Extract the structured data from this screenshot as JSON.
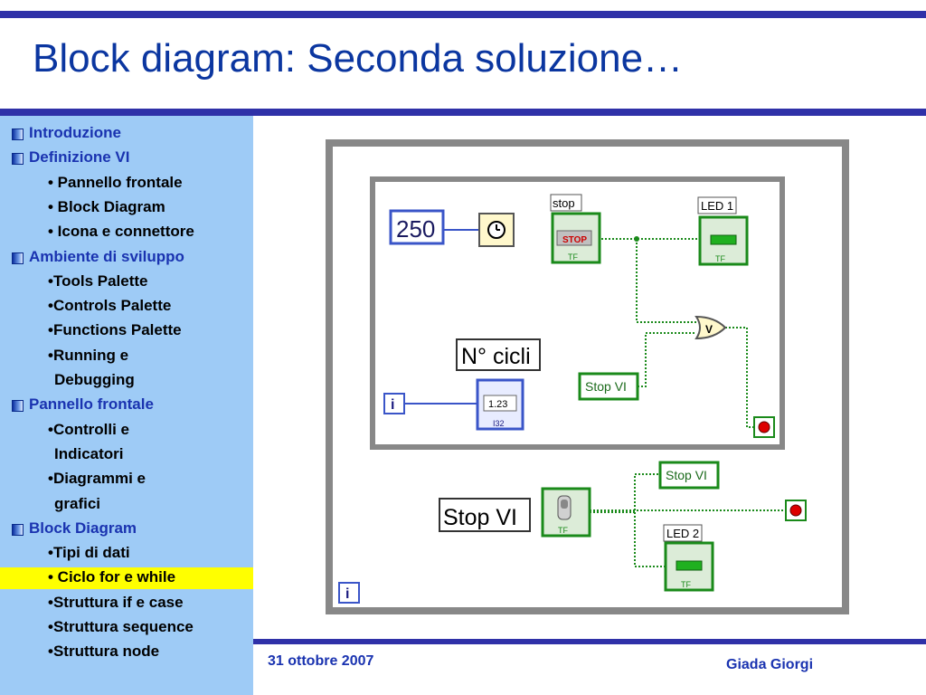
{
  "slide": {
    "title": "Block diagram: Seconda soluzione…",
    "footer_date": "31 ottobre 2007",
    "footer_author": "Giada Giorgi"
  },
  "sidebar": {
    "items": [
      {
        "label": "Introduzione",
        "level": 1
      },
      {
        "label": "Definizione VI",
        "level": 1
      },
      {
        "label": "• Pannello frontale",
        "level": 2
      },
      {
        "label": "• Block Diagram",
        "level": 2
      },
      {
        "label": "• Icona e connettore",
        "level": 2
      },
      {
        "label": "Ambiente di sviluppo",
        "level": 1
      },
      {
        "label": "•Tools Palette",
        "level": 2
      },
      {
        "label": "•Controls Palette",
        "level": 2
      },
      {
        "label": "•Functions Palette",
        "level": 2
      },
      {
        "label": "•Running e",
        "level": 2
      },
      {
        "label": "Debugging",
        "level": 3
      },
      {
        "label": "Pannello frontale",
        "level": 1
      },
      {
        "label": "•Controlli e",
        "level": 2
      },
      {
        "label": "Indicatori",
        "level": 3
      },
      {
        "label": "•Diagrammi e",
        "level": 2
      },
      {
        "label": "grafici",
        "level": 3
      },
      {
        "label": "Block Diagram",
        "level": 1
      },
      {
        "label": "•Tipi di dati",
        "level": 2
      },
      {
        "label": "• Ciclo for e while",
        "level": 2,
        "highlight": true
      },
      {
        "label": "•Struttura if e case",
        "level": 2
      },
      {
        "label": "•Struttura sequence",
        "level": 2
      },
      {
        "label": "•Struttura node",
        "level": 2
      }
    ],
    "colors": {
      "background": "#9ecbf6",
      "top_level_text": "#1a33b0",
      "highlight": "#ffff00"
    }
  },
  "diagram": {
    "const_value": "250",
    "stop_label": "stop",
    "stop_button_text": "STOP",
    "led1_label": "LED 1",
    "led2_label": "LED 2",
    "tf_text": "TF",
    "ncicli_label": "N° cicli",
    "indicator_value": "1.23",
    "indicator_type": "I32",
    "iteration_text": "i",
    "stopvi_local": "Stop VI",
    "stopvi_label": "Stop VI",
    "stopvi_local2": "Stop VI",
    "or_symbol": "V",
    "icons": [
      "wait-timer-icon",
      "or-gate-icon",
      "stop-condition-icon",
      "toggle-switch-icon"
    ]
  }
}
